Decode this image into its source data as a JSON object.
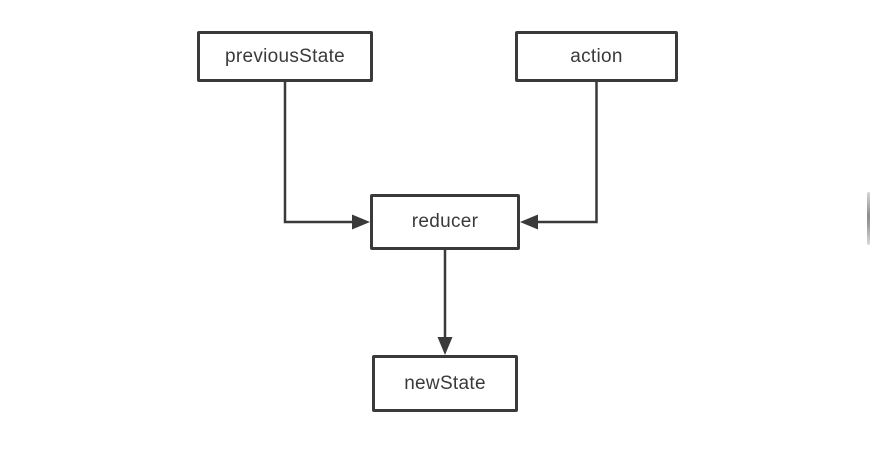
{
  "diagram": {
    "type": "flow-diagram",
    "background": "#ffffff",
    "colors": {
      "line": "#3a3a3a",
      "box_border": "#3a3a3a",
      "text": "#3a3a3a",
      "box_fill": "#ffffff",
      "scrollbar": "#9a9a9a"
    },
    "nodes": {
      "previousState": {
        "label": "previousState"
      },
      "action": {
        "label": "action"
      },
      "reducer": {
        "label": "reducer"
      },
      "newState": {
        "label": "newState"
      }
    },
    "edges": [
      {
        "from": "previousState",
        "to": "reducer",
        "style": "elbow-down-right-arrow"
      },
      {
        "from": "action",
        "to": "reducer",
        "style": "elbow-down-left-arrow"
      },
      {
        "from": "reducer",
        "to": "newState",
        "style": "straight-down-arrow"
      }
    ]
  }
}
